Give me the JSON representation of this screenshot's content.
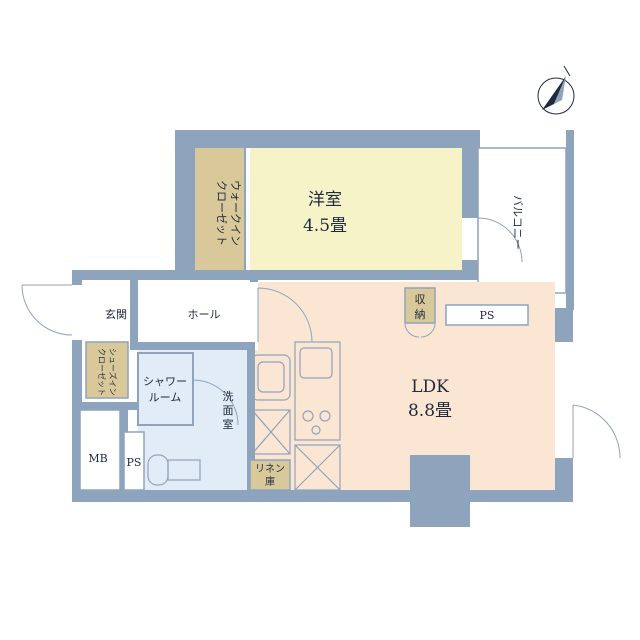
{
  "rooms": {
    "western_room": {
      "name": "洋室",
      "size": "4.5畳"
    },
    "ldk": {
      "name": "LDK",
      "size": "8.8畳"
    },
    "walk_in_closet": {
      "lines": [
        "ウォークイン",
        "クローゼット"
      ]
    },
    "balcony": {
      "name": "バルコニー"
    },
    "storage": {
      "lines": [
        "収",
        "納"
      ]
    },
    "ps_top": {
      "name": "PS"
    },
    "entrance": {
      "name": "玄関"
    },
    "hall": {
      "name": "ホール"
    },
    "shoes_closet": {
      "lines": [
        "シューズイン",
        "クローゼット"
      ]
    },
    "shower_room": {
      "lines": [
        "シャワー",
        "ルーム"
      ]
    },
    "washroom": {
      "lines": [
        "洗",
        "面",
        "室"
      ]
    },
    "linen": {
      "lines": [
        "リネン",
        "庫"
      ]
    },
    "mb": {
      "name": "MB"
    },
    "ps_bottom": {
      "name": "PS"
    }
  },
  "colors": {
    "wall": "#8ea4bd",
    "western_floor": "#f7f3c9",
    "ldk_floor": "#fbe6d3",
    "wet_floor": "#e2ecf6",
    "closet_floor": "#d9c99a",
    "background": "#ffffff",
    "label": "#1f2a3d"
  },
  "icons": [
    "compass-icon"
  ]
}
